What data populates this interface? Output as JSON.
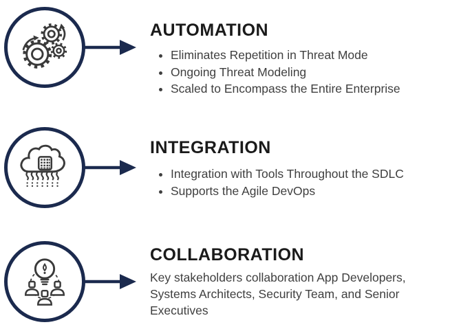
{
  "diagram_title": "threat-modeling-benefits",
  "colors": {
    "accent_navy": "#1b2a4e",
    "title_text": "#1a1a1a",
    "body_text": "#3f3f3f",
    "icon_stroke": "#3a3a3a",
    "background": "#ffffff"
  },
  "sections": [
    {
      "id": "automation",
      "icon": "automation-gears-icon",
      "title": "AUTOMATION",
      "bullets": [
        "Eliminates Repetition in Threat Mode",
        "Ongoing Threat Modeling",
        "Scaled to Encompass the Entire Enterprise"
      ]
    },
    {
      "id": "integration",
      "icon": "cloud-integration-icon",
      "title": "INTEGRATION",
      "bullets": [
        "Integration with Tools Throughout the SDLC",
        "Supports the Agile DevOps"
      ]
    },
    {
      "id": "collaboration",
      "icon": "collaboration-idea-people-icon",
      "title": "COLLABORATION",
      "paragraph": "Key stakeholders collaboration App Developers, Systems Architects, Security Team, and Senior Executives"
    }
  ]
}
